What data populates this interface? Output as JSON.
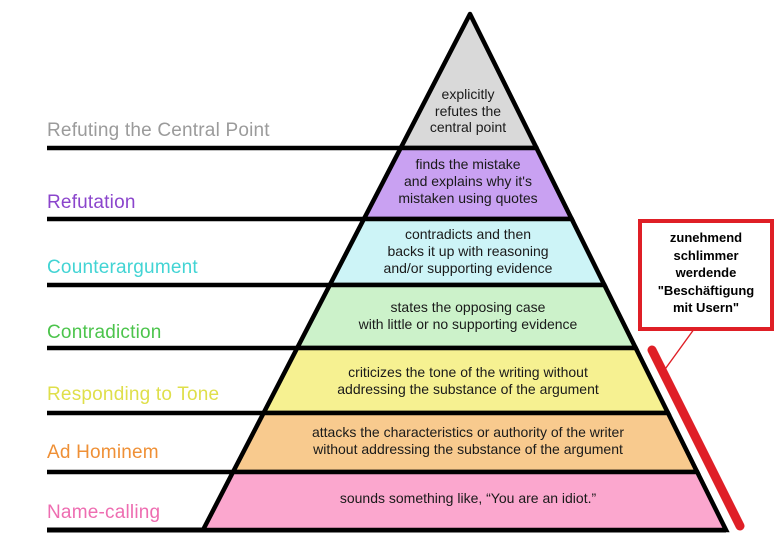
{
  "diagram": {
    "title": "hierarchy-of-disagreement-pyramid",
    "line_color": "#000000",
    "levels": [
      {
        "label": "Refuting the Central Point",
        "label_color": "#9b9b9b",
        "fill": "#d9d9d9",
        "lines": [
          "explicitly",
          "refutes the",
          "central point"
        ]
      },
      {
        "label": "Refutation",
        "label_color": "#8b45cc",
        "fill": "#c9a1f2",
        "lines": [
          "finds the mistake",
          "and explains why it's",
          "mistaken using quotes"
        ]
      },
      {
        "label": "Counterargument",
        "label_color": "#42d4d4",
        "fill": "#cdf4f7",
        "lines": [
          "contradicts and then",
          "backs it up with reasoning",
          "and/or supporting evidence"
        ]
      },
      {
        "label": "Contradiction",
        "label_color": "#4cc44c",
        "fill": "#ccf2ca",
        "lines": [
          "states the opposing case",
          "with little or no supporting evidence"
        ]
      },
      {
        "label": "Responding to Tone",
        "label_color": "#dfdf4a",
        "fill": "#f6f191",
        "lines": [
          "criticizes the tone of the writing without",
          "addressing the substance of the argument"
        ]
      },
      {
        "label": "Ad Hominem",
        "label_color": "#ef9036",
        "fill": "#f8ca8e",
        "lines": [
          "attacks the characteristics or authority of the writer",
          "without addressing the substance of the argument"
        ]
      },
      {
        "label": "Name-calling",
        "label_color": "#ee6db1",
        "fill": "#fba7ce",
        "lines": [
          "sounds something like, “You are an idiot.”"
        ]
      }
    ],
    "annotation": {
      "accent_color": "#df1f26",
      "border_color": "#df1f26",
      "lines": [
        "zunehmend",
        "schlimmer",
        "werdende",
        "\"Beschäftigung",
        "mit Usern\""
      ]
    }
  }
}
